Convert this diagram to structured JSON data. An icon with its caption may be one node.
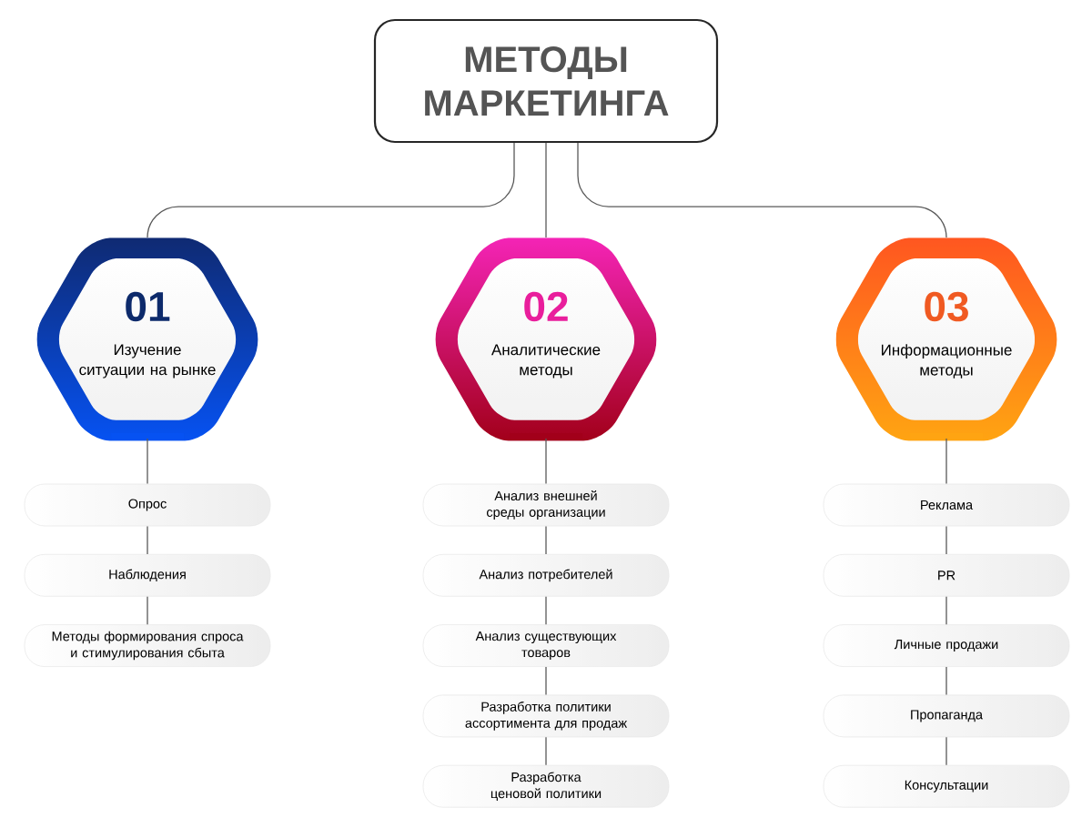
{
  "diagram": {
    "nodes": [
      {
        "text": [
          "МЕТОДЫ МАРКЕТИНГА"
        ]
      },
      {
        "text": [
          "01",
          "Изучение ситуации на рынке"
        ]
      },
      {
        "text": [
          "02",
          "Аналитические методы"
        ]
      },
      {
        "text": [
          "03",
          "Информационные методы"
        ]
      },
      {
        "text": [
          "Опрос"
        ]
      },
      {
        "text": [
          "Наблюдения"
        ]
      },
      {
        "text": [
          "Методы формирования спроса и стимулирования сбыта"
        ]
      },
      {
        "text": [
          "Анализ внешней среды организации"
        ]
      },
      {
        "text": [
          "Анализ потребителей"
        ]
      },
      {
        "text": [
          "Анализ существующих товаров"
        ]
      },
      {
        "text": [
          "Разработка политики ассортимента для продаж"
        ]
      },
      {
        "text": [
          "Разработка ценовой политики"
        ]
      },
      {
        "text": [
          "Реклама"
        ]
      },
      {
        "text": [
          "PR"
        ]
      },
      {
        "text": [
          "Личные продажи"
        ]
      },
      {
        "text": [
          "Пропаганда"
        ]
      },
      {
        "text": [
          "Консультации"
        ]
      }
    ],
    "edges": [
      {
        "from": 0,
        "to": 1,
        "arrow": "none"
      },
      {
        "from": 0,
        "to": 2,
        "arrow": "none"
      },
      {
        "from": 0,
        "to": 3,
        "arrow": "none"
      },
      {
        "from": 1,
        "to": 4,
        "arrow": "none"
      },
      {
        "from": 4,
        "to": 5,
        "arrow": "none"
      },
      {
        "from": 5,
        "to": 6,
        "arrow": "none"
      },
      {
        "from": 2,
        "to": 7,
        "arrow": "none"
      },
      {
        "from": 7,
        "to": 8,
        "arrow": "none"
      },
      {
        "from": 8,
        "to": 9,
        "arrow": "none"
      },
      {
        "from": 9,
        "to": 10,
        "arrow": "none"
      },
      {
        "from": 10,
        "to": 11,
        "arrow": "none"
      },
      {
        "from": 3,
        "to": 12,
        "arrow": "none"
      },
      {
        "from": 12,
        "to": 13,
        "arrow": "none"
      },
      {
        "from": 13,
        "to": 14,
        "arrow": "none"
      },
      {
        "from": 14,
        "to": 15,
        "arrow": "none"
      },
      {
        "from": 15,
        "to": 16,
        "arrow": "none"
      }
    ]
  }
}
